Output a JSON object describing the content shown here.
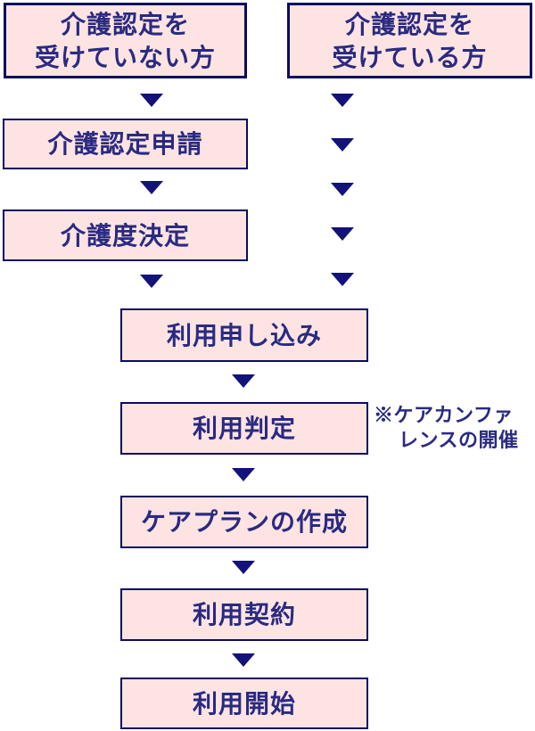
{
  "colors": {
    "background": "#ffffff",
    "box_fill": "#fde4e2",
    "box_border": "#0b0b60",
    "text_color": "#2a2a82",
    "arrow_color": "#12127a"
  },
  "icons": {
    "down_arrow": "triangle-down"
  },
  "flow": {
    "start_boxes": [
      {
        "label": "介護認定を\n受けていない方"
      },
      {
        "label": "介護認定を\n受けている方"
      }
    ],
    "left_steps": [
      {
        "label": "介護認定申請"
      },
      {
        "label": "介護度決定"
      }
    ],
    "main_steps": [
      {
        "label": "利用申し込み"
      },
      {
        "label": "利用判定"
      },
      {
        "label": "ケアプランの作成"
      },
      {
        "label": "利用契約"
      },
      {
        "label": "利用開始"
      }
    ],
    "note": {
      "line1": "※ケアカンファ",
      "line2": "レンスの開催"
    }
  }
}
